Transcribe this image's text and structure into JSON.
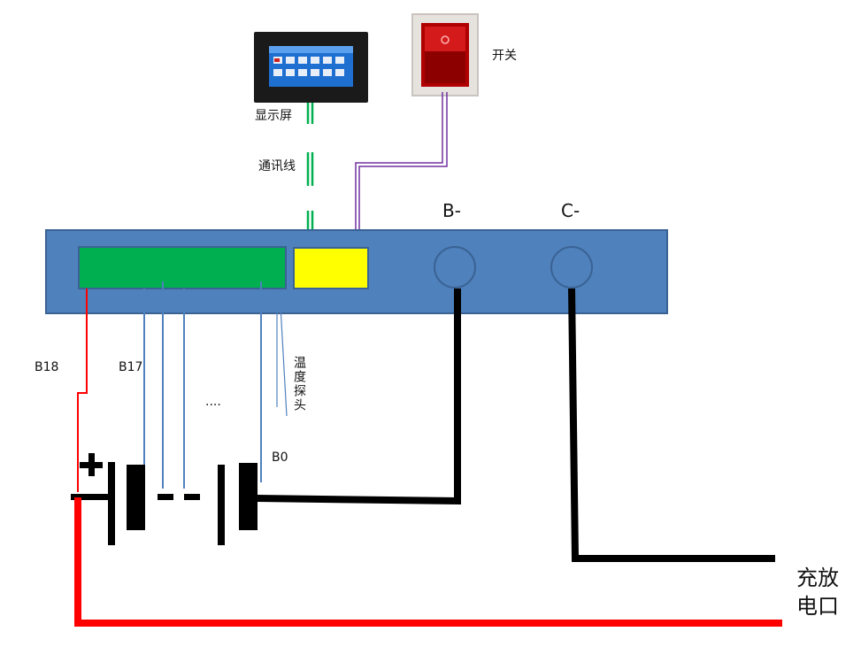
{
  "labels": {
    "display": "显示屏",
    "comm_line": "通讯线",
    "switch": "开关",
    "port_b": "B-",
    "port_c": "C-",
    "b18": "B18",
    "b17": "B17",
    "b0": "B0",
    "ellipsis": "....",
    "temp_probe": "温度探头",
    "charge_port_line1": "充放",
    "charge_port_line2": "电口",
    "plus_sign": "+"
  },
  "colors": {
    "board": "#4f81bd",
    "board_border": "#3a6394",
    "balance_block": "#00b050",
    "connector_block": "#ffff00",
    "positive_wire": "#ff0000",
    "negative_wire": "#000000",
    "sense_wire": "#4f81bd",
    "comm_wire": "#00b050",
    "switch_wire": "#7030a0",
    "switch_body": "#c00000"
  },
  "icons": {
    "display": "touch-screen-icon",
    "switch": "rocker-switch-icon"
  }
}
